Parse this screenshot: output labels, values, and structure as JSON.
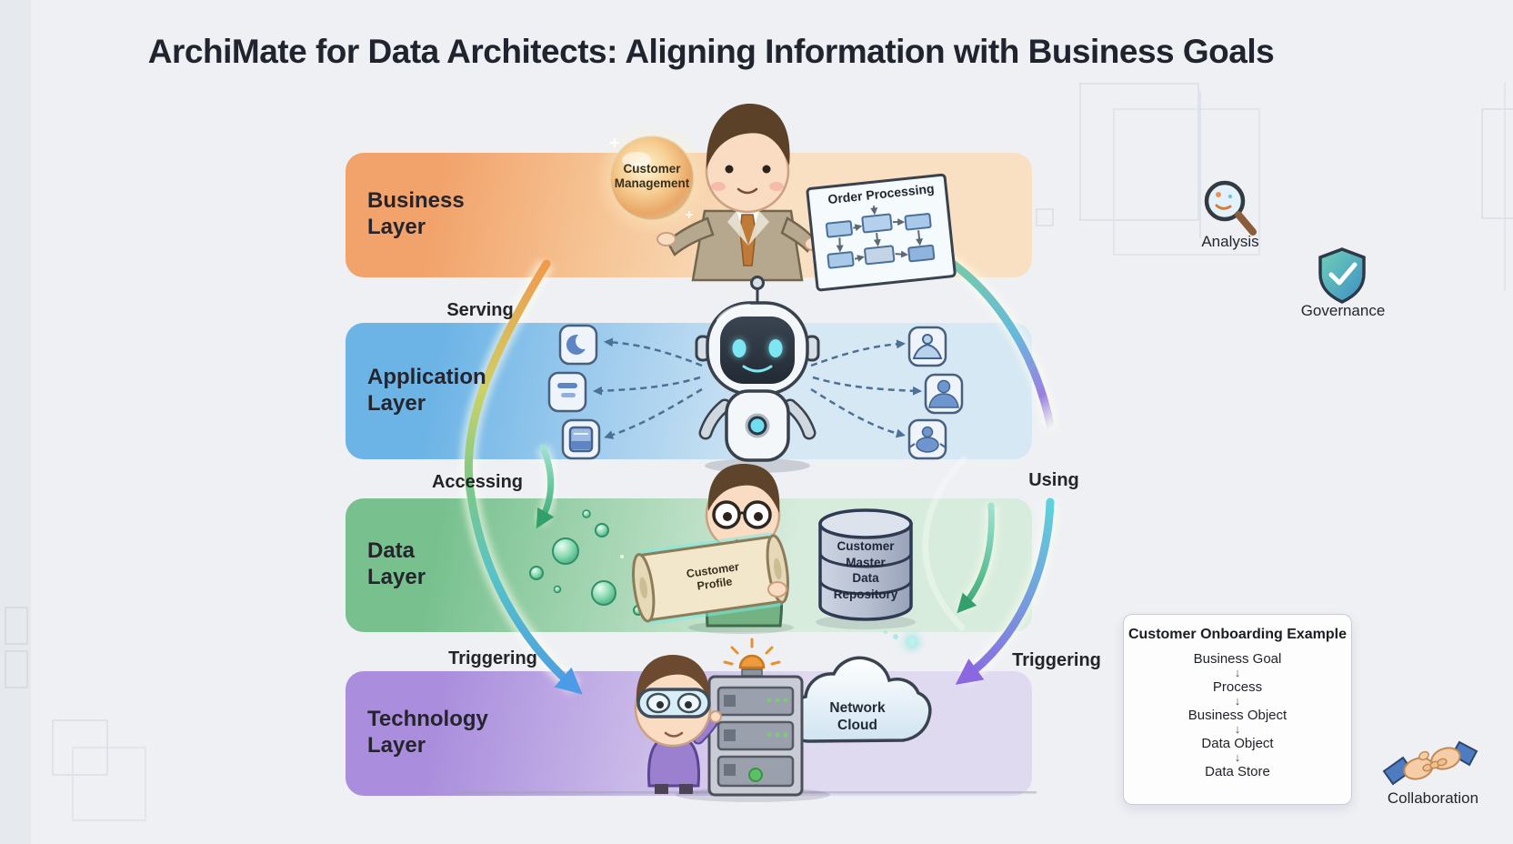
{
  "title": "ArchiMate for Data Architects: Aligning Information with Business Goals",
  "layers": {
    "business": {
      "label": "Business Layer",
      "color_left": "#f2a36b",
      "color_right": "#f9e0c2"
    },
    "application": {
      "label": "Application Layer",
      "color_left": "#6db4e6",
      "color_right": "#d6e8f4"
    },
    "data": {
      "label": "Data Layer",
      "color_left": "#78c18f",
      "color_right": "#d8ecdd"
    },
    "technology": {
      "label": "Technology Layer",
      "color_left": "#aa8edd",
      "color_right": "#e0daf0"
    }
  },
  "relationships": {
    "serving": "Serving",
    "accessing": "Accessing",
    "using": "Using",
    "triggering_left": "Triggering",
    "triggering_right": "Triggering"
  },
  "illustrations": {
    "orb_label": "Customer Management",
    "document_title": "Order Processing",
    "scroll_label": "Customer Profile",
    "database_label": "Customer Master Data Repository",
    "cloud_label": "Network Cloud"
  },
  "side_annotations": {
    "analysis": "Analysis",
    "governance": "Governance",
    "collaboration": "Collaboration"
  },
  "example_box": {
    "title": "Customer Onboarding Example",
    "steps": [
      "Business Goal",
      "Process",
      "Business Object",
      "Data Object",
      "Data Store"
    ],
    "arrow_glyph": "↓"
  },
  "colors": {
    "background": "#eef0f4",
    "arc_left_gradient": [
      "#f09a4e",
      "#7cc988",
      "#4b9be6"
    ],
    "arc_right_gradient": [
      "#7ccf96",
      "#66badb",
      "#8b68e0"
    ],
    "small_arrow_green": "#33a06c",
    "robot_accent_cyan": "#6fdef0",
    "database_steel": "#b7c0d2",
    "alarm_orange": "#f09a3e"
  }
}
